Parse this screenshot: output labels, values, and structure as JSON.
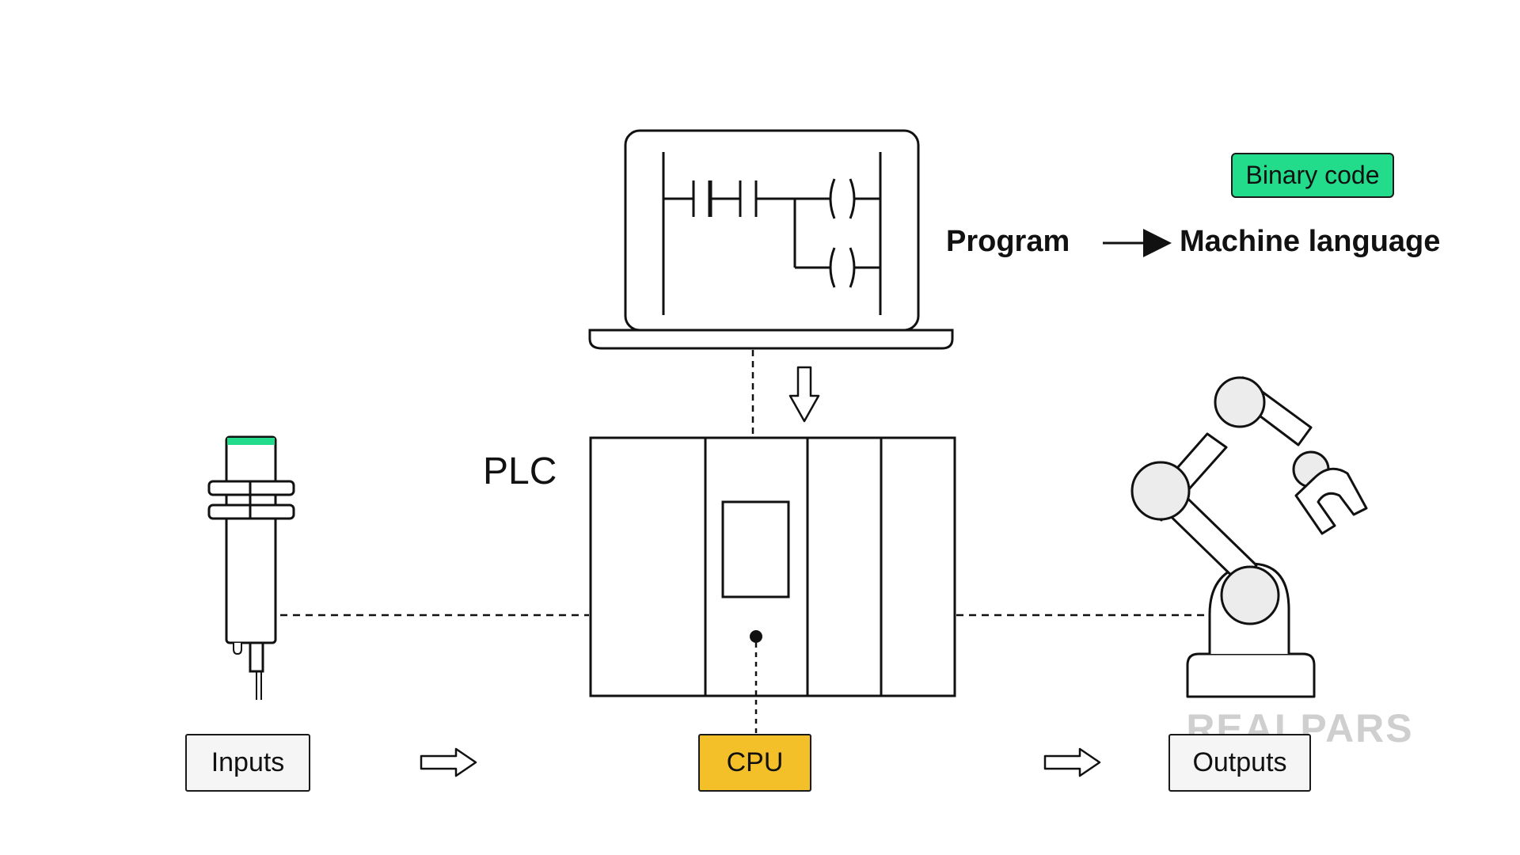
{
  "labels": {
    "plc": "PLC",
    "program": "Program",
    "machine_language": "Machine language",
    "binary_code": "Binary code",
    "inputs": "Inputs",
    "cpu": "CPU",
    "outputs": "Outputs"
  },
  "watermark": "REALPARS",
  "colors": {
    "binary_badge": "#22dc8b",
    "cpu_box": "#f4c02a",
    "sensor_tip": "#22dc8b",
    "robot_joint": "#ececec",
    "stroke": "#111111"
  },
  "icons": [
    "laptop-icon",
    "ladder-logic-icon",
    "proximity-sensor-icon",
    "robot-arm-icon",
    "plc-rack-icon"
  ]
}
